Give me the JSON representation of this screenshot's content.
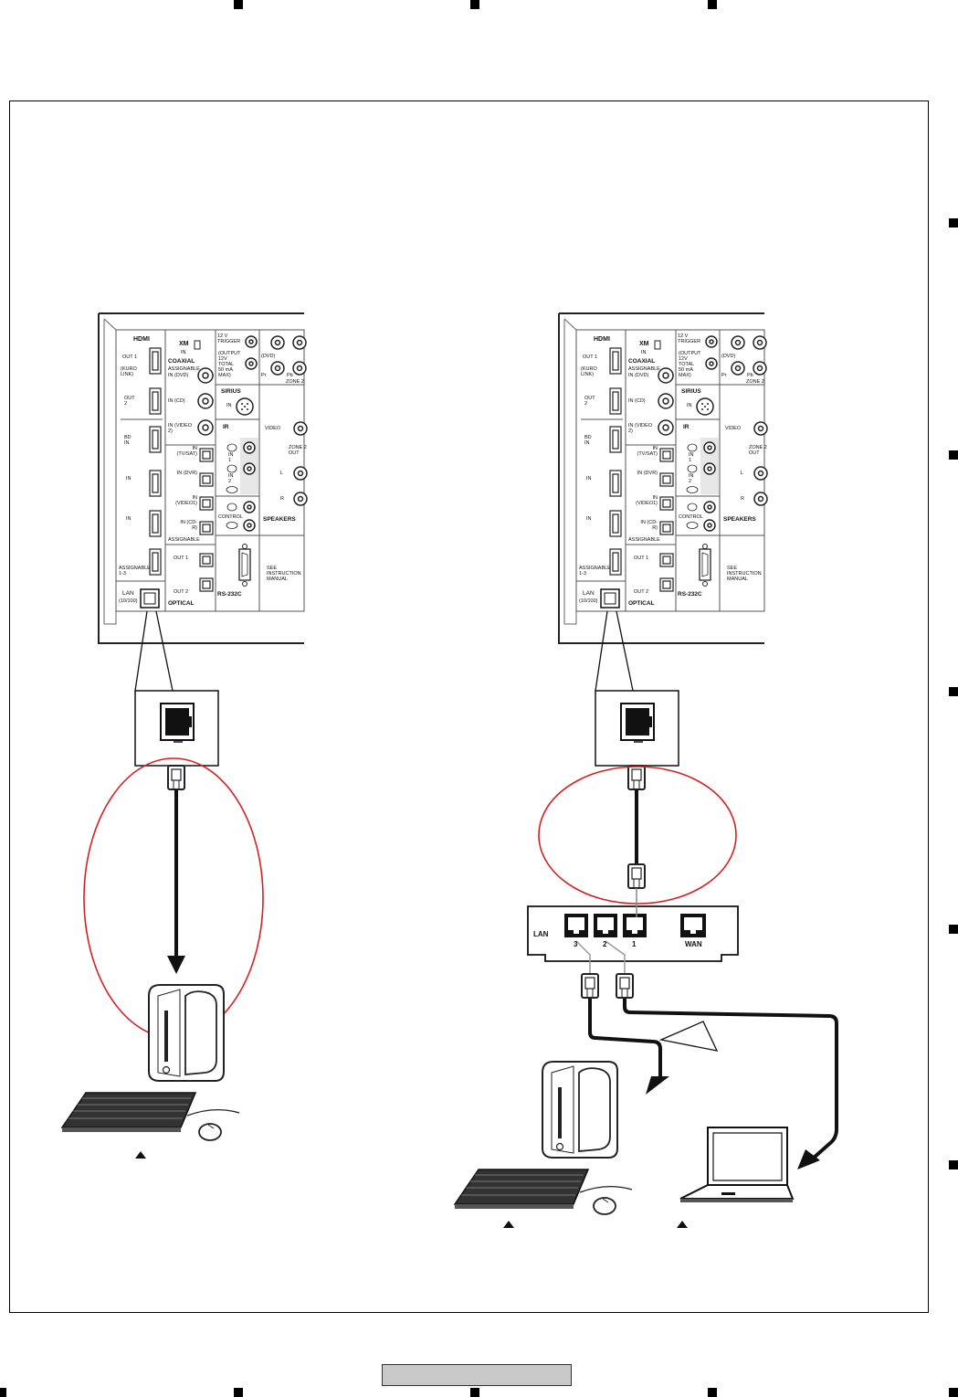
{
  "panel": {
    "hdmi": "HDMI",
    "out1": "OUT 1",
    "out1_sub": "(KURO LINK)",
    "out2": "OUT 2",
    "bd_in": "BD IN",
    "in_a": "IN",
    "in_b": "IN",
    "assignable_13": "ASSIGNABLE 1-3",
    "lan": "LAN",
    "lan_sub": "(10/100)",
    "xm": "XM",
    "xm_in": "IN",
    "coaxial": "COAXIAL",
    "coax_assignable": "ASSIGNABLE",
    "coax_in_dvd": "IN (DVD)",
    "coax_in_cd": "IN (CD)",
    "coax_in_video2": "IN (VIDEO 2)",
    "opt_tvsat": "IN (TV/SAT)",
    "opt_dvr": "IN (DVR)",
    "opt_video1": "IN (VIDEO1)",
    "opt_cdr": "IN (CD-R)",
    "assignable": "ASSIGNABLE",
    "opt_out1": "OUT 1",
    "opt_out2": "OUT 2",
    "optical": "OPTICAL",
    "trigger_12v": "12 V TRIGGER",
    "output_total": "(OUTPUT 12V TOTAL 50 mA MAX)",
    "sirius": "SIRIUS",
    "sirius_in": "IN",
    "ir": "IR",
    "ir_in1": "IN 1",
    "ir_in2": "IN 2",
    "control": "CONTROL",
    "rs232c": "RS-232C",
    "see_instruction": "SEE INSTRUCTION MANUAL",
    "dvd": "(DVD)",
    "pr": "Pr",
    "pb": "Pb",
    "zone2": "ZONE 2",
    "video": "VIDEO",
    "zone2_out": "ZONE 2 OUT",
    "l": "L",
    "r": "R",
    "speakers": "SPEAKERS"
  },
  "router": {
    "lan": "LAN",
    "port3": "3",
    "port2": "2",
    "port1": "1",
    "wan": "WAN"
  },
  "colors": {
    "highlight_circle": "#d62020",
    "panel_gray": "#e6e6e6",
    "footer_bar": "#c8c8c8"
  }
}
